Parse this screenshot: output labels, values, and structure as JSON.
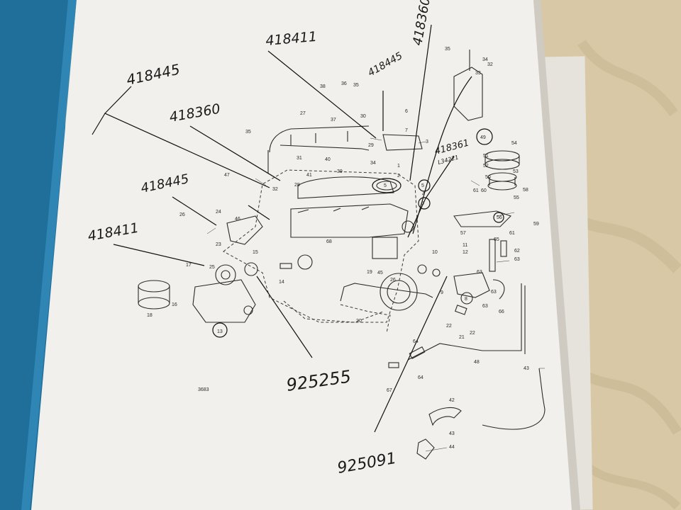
{
  "colors": {
    "binder_blue": "#1f6f9a",
    "paper": "#f1f0ec",
    "background_fabric": "#d8c8a6",
    "ink": "#1a1a1a"
  },
  "figure_number": "3683",
  "callouts": [
    "418445",
    "418360",
    "418411",
    "418360",
    "418445",
    "418445",
    "418411",
    "418361",
    "925255",
    "925091"
  ],
  "side_notes": [
    "L34221"
  ],
  "part_numbers": [
    "1",
    "2",
    "3",
    "4",
    "5",
    "5",
    "5",
    "6",
    "7",
    "8",
    "9",
    "10",
    "11",
    "12",
    "13",
    "14",
    "15",
    "16",
    "17",
    "18",
    "19",
    "20",
    "21",
    "22",
    "22",
    "23",
    "24",
    "25",
    "26",
    "26",
    "27",
    "28",
    "29",
    "30",
    "31",
    "32",
    "32",
    "33",
    "34",
    "34",
    "35",
    "35",
    "35",
    "36",
    "37",
    "38",
    "39",
    "40",
    "41",
    "42",
    "43",
    "43",
    "44",
    "45",
    "46",
    "47",
    "48",
    "49",
    "50",
    "51",
    "52",
    "53",
    "54",
    "55",
    "56",
    "57",
    "58",
    "59",
    "60",
    "61",
    "61",
    "62",
    "63",
    "63",
    "63",
    "63",
    "64",
    "64",
    "65",
    "66",
    "67",
    "68"
  ]
}
